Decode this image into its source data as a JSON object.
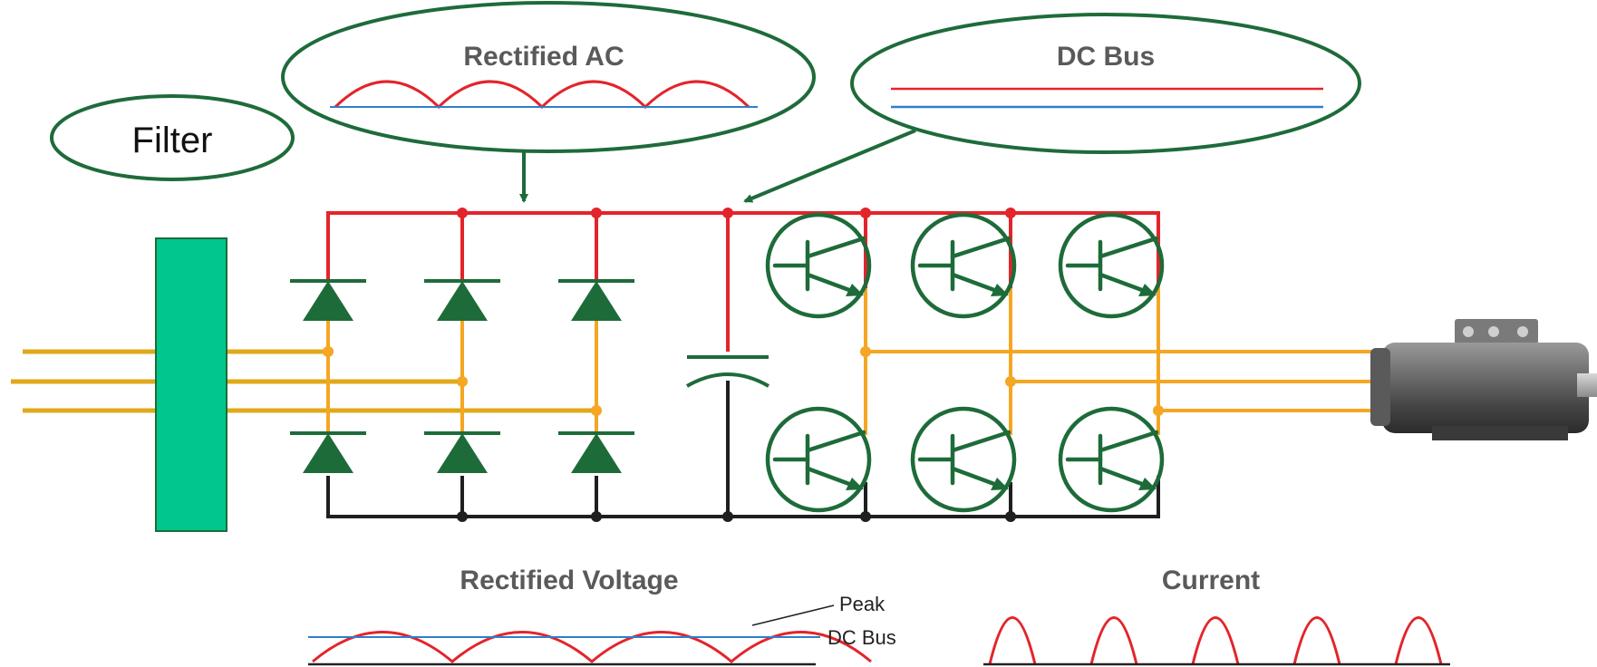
{
  "callouts": {
    "filter": "Filter",
    "rectified_ac": "Rectified AC",
    "dc_bus": "DC Bus"
  },
  "bottom": {
    "rectified_voltage_title": "Rectified Voltage",
    "peak_label": "Peak",
    "dc_bus_label": "DC Bus",
    "current_title": "Current"
  },
  "colors": {
    "positive_rail": "#e3242b",
    "negative_rail": "#1f1f1f",
    "ac_phase": "#f5a623",
    "input_line": "#e0a81a",
    "component": "#1e6b3a",
    "filter_block": "#00c78c",
    "dc_level": "#2e7ec9"
  },
  "icons": {
    "motor": "motor-icon",
    "diode": "diode-icon",
    "transistor": "transistor-icon",
    "capacitor": "capacitor-icon"
  }
}
